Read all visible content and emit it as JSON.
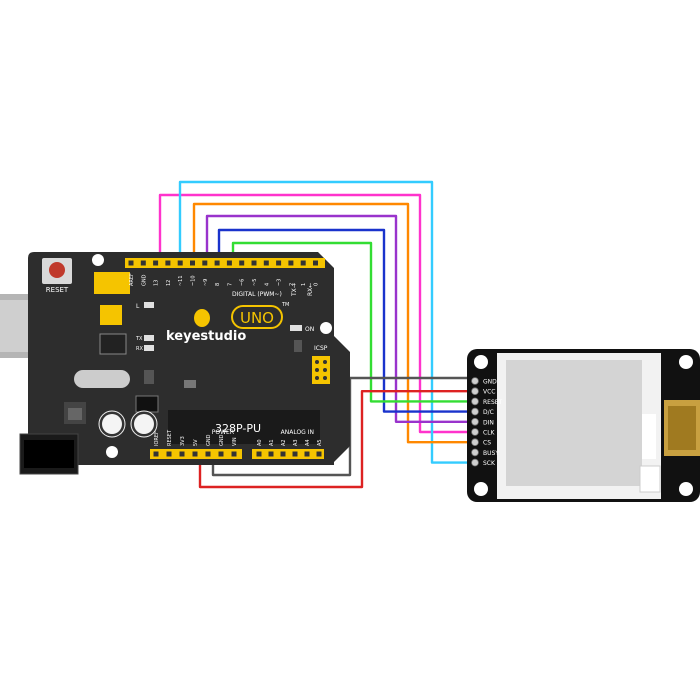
{
  "board": {
    "reset_label": "RESET",
    "brand": "keyestudio",
    "model": "UNO",
    "trademark": "TM",
    "chip_label": "328P-PU",
    "on_label": "ON",
    "icsp_label": "ICSP",
    "l_label": "L",
    "tx_label": "TX",
    "rx_label": "RX",
    "digital_label": "DIGITAL (PWM~)",
    "power_label": "POWER",
    "analog_label": "ANALOG IN",
    "tx_arrow": "TX→",
    "rx_arrow": "RX←",
    "digital_pins": [
      "AREF",
      "GND",
      "13",
      "12",
      "~11",
      "~10",
      "~9",
      "8",
      "7",
      "~6",
      "~5",
      "4",
      "~3",
      "2",
      "1",
      "0"
    ],
    "power_pins": [
      "IOREF",
      "RESET",
      "3V3",
      "5V",
      "GND",
      "GND",
      "VIN"
    ],
    "analog_pins": [
      "A0",
      "A1",
      "A2",
      "A3",
      "A4",
      "A5"
    ]
  },
  "module": {
    "pins": [
      "GND",
      "VCC",
      "RESET",
      "D/C",
      "DIN",
      "CLK",
      "CS",
      "BUSY",
      "SCK"
    ]
  },
  "wires": [
    {
      "color": "#ff33cc"
    },
    {
      "color": "#33ccff"
    },
    {
      "color": "#ff8800"
    },
    {
      "color": "#9933cc"
    },
    {
      "color": "#1a33cc"
    },
    {
      "color": "#33dd33"
    },
    {
      "color": "#555555"
    },
    {
      "color": "#dd2222"
    }
  ]
}
